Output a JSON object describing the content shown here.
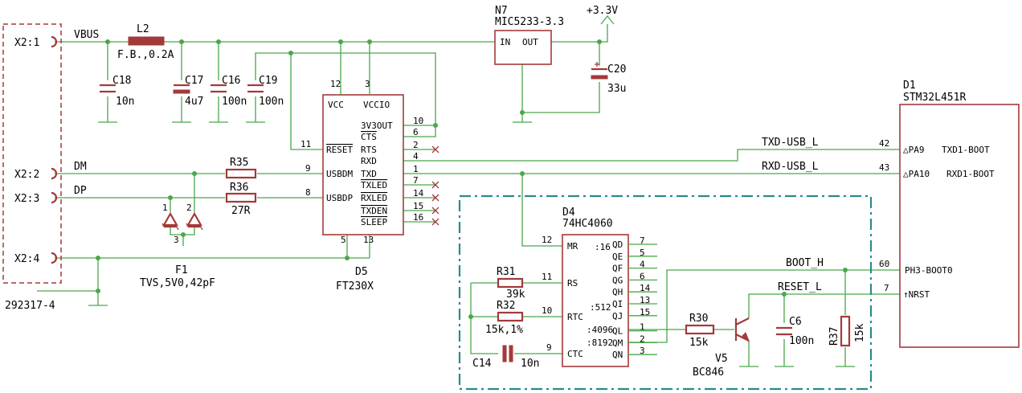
{
  "connector": {
    "pins": [
      "X2:1",
      "X2:2",
      "X2:3",
      "X2:4"
    ],
    "part": "292317-4"
  },
  "nets": {
    "vbus": "VBUS",
    "dm": "DM",
    "dp": "DP",
    "txd_usb": "TXD-USB_L",
    "rxd_usb": "RXD-USB_L",
    "boot": "BOOT_H",
    "reset": "RESET_L",
    "supply": "+3.3V"
  },
  "parts": {
    "l2": {
      "ref": "L2",
      "value": "F.B.,0.2A"
    },
    "c18": {
      "ref": "C18",
      "value": "10n"
    },
    "c17": {
      "ref": "C17",
      "value": "4u7"
    },
    "c16": {
      "ref": "C16",
      "value": "100n"
    },
    "c19": {
      "ref": "C19",
      "value": "100n"
    },
    "c20": {
      "ref": "C20",
      "value": "33u"
    },
    "n7": {
      "ref": "N7",
      "value": "MIC5233-3.3",
      "pin_in": "IN",
      "pin_out": "OUT"
    },
    "r35": {
      "ref": "R35"
    },
    "r36": {
      "ref": "R36",
      "value": "27R"
    },
    "f1": {
      "ref": "F1",
      "value": "TVS,5V0,42pF",
      "pin1": "1",
      "pin2": "2",
      "pin3": "3"
    },
    "d5": {
      "ref": "D5",
      "value": "FT230X"
    },
    "d4": {
      "ref": "D4",
      "value": "74HC4060"
    },
    "r31": {
      "ref": "R31",
      "value": "39k"
    },
    "r32": {
      "ref": "R32",
      "value": "15k,1%"
    },
    "c14": {
      "ref": "C14",
      "value": "10n"
    },
    "r30": {
      "ref": "R30",
      "value": "15k"
    },
    "v5": {
      "ref": "V5",
      "value": "BC846"
    },
    "c6": {
      "ref": "C6",
      "value": "100n"
    },
    "r37": {
      "ref": "R37",
      "value": "15k"
    },
    "d1": {
      "ref": "D1",
      "value": "STM32L451R"
    }
  },
  "ft230x": {
    "top_pins": [
      {
        "name": "VCC",
        "num": "12"
      },
      {
        "name": "VCCIO",
        "num": "3"
      }
    ],
    "bottom_pins": [
      {
        "num": "5"
      },
      {
        "num": "13"
      }
    ],
    "left_pins": [
      {
        "name": "RESET",
        "num": "11"
      },
      {
        "name": "USBDM",
        "num": "9"
      },
      {
        "name": "USBDP",
        "num": "8"
      }
    ],
    "right_pins": [
      {
        "name": "3V3OUT",
        "num": "10"
      },
      {
        "name": "CTS",
        "num": "6"
      },
      {
        "name": "RTS",
        "num": "2"
      },
      {
        "name": "RXD",
        "num": "4"
      },
      {
        "name": "TXD",
        "num": "1"
      },
      {
        "name": "TXLED",
        "num": "7"
      },
      {
        "name": "RXLED",
        "num": "14"
      },
      {
        "name": "TXDEN",
        "num": "15"
      },
      {
        "name": "SLEEP",
        "num": "16"
      }
    ]
  },
  "hc4060": {
    "left_pins": [
      {
        "name": "MR",
        "num": "12"
      },
      {
        "name": "RS",
        "num": "11"
      },
      {
        "name": "RTC",
        "num": "10"
      },
      {
        "name": "CTC",
        "num": "9"
      }
    ],
    "dividers": [
      ":16",
      ":512",
      ":4096",
      ":8192"
    ],
    "right_pins": [
      {
        "name": "QD",
        "num": "7"
      },
      {
        "name": "QE",
        "num": "5"
      },
      {
        "name": "QF",
        "num": "4"
      },
      {
        "name": "QG",
        "num": "6"
      },
      {
        "name": "QH",
        "num": "14"
      },
      {
        "name": "QI",
        "num": "13"
      },
      {
        "name": "QJ",
        "num": "15"
      },
      {
        "name": "QL",
        "num": "1"
      },
      {
        "name": "QM",
        "num": "2"
      },
      {
        "name": "QN",
        "num": "3"
      }
    ]
  },
  "stm32": {
    "pins": [
      {
        "name": "PA9",
        "func": "TXD1-BOOT",
        "num": "42"
      },
      {
        "name": "PA10",
        "func": "RXD1-BOOT",
        "num": "43"
      },
      {
        "name": "PH3-BOOT0",
        "num": "60"
      },
      {
        "name": "NRST",
        "num": "7"
      }
    ]
  }
}
